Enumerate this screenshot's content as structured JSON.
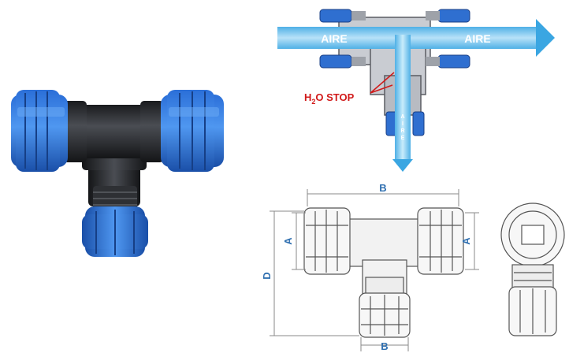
{
  "section_view": {
    "flow_label_left": "AIRE",
    "flow_label_right": "AIRE",
    "flow_label_down": [
      "A",
      "I",
      "R",
      "E"
    ],
    "stop_label": {
      "h": "H",
      "sub": "2",
      "rest": "O STOP"
    }
  },
  "dimensions": {
    "top": "B",
    "left": "A",
    "right": "A",
    "height": "D",
    "bottom": "B"
  },
  "colors": {
    "blue": "#1e63c8",
    "blue_light": "#3d86e6",
    "pipe_blue": "#7fc4ee",
    "arrow_blue": "#3aa6e2",
    "body_dark": "#2a2c30",
    "red": "#d11a1a",
    "dim_text": "#2f6fb0",
    "dim_line": "#8a8a8a"
  }
}
